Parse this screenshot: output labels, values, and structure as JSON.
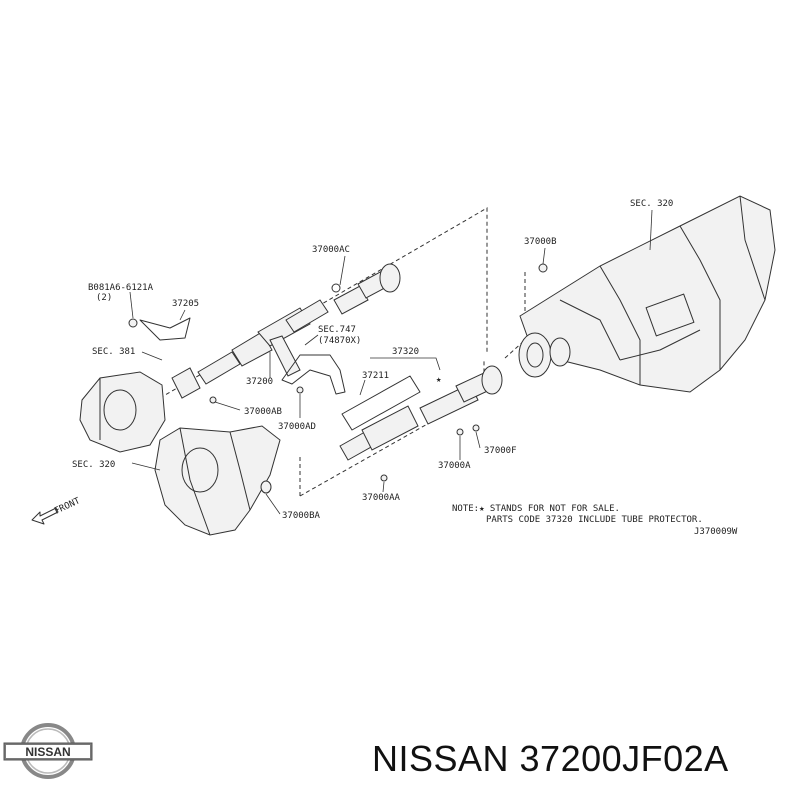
{
  "diagram": {
    "labels": {
      "sec320_top": "SEC. 320",
      "p37000ac": "37000AC",
      "p37000b": "37000B",
      "bolt": "B081A6-6121A",
      "bolt_qty": "(2)",
      "p37205": "37205",
      "sec747": "SEC.747",
      "p74870x": "(74870X)",
      "p37320": "37320",
      "sec381": "SEC. 381",
      "p37211": "37211",
      "star": "★",
      "p37200": "37200",
      "p37000ab": "37000AB",
      "p37000ad": "37000AD",
      "sec320_left": "SEC. 320",
      "p37000f": "37000F",
      "p37000a": "37000A",
      "front": "FRONT",
      "p37000aa": "37000AA",
      "p37000ba": "37000BA",
      "note_line1": "NOTE:★ STANDS FOR NOT FOR SALE.",
      "note_line2": "PARTS CODE 37320 INCLUDE TUBE PROTECTOR.",
      "ref_code": "J370009W"
    }
  },
  "logo": {
    "text": "NISSAN"
  },
  "caption": "NISSAN 37200JF02A"
}
